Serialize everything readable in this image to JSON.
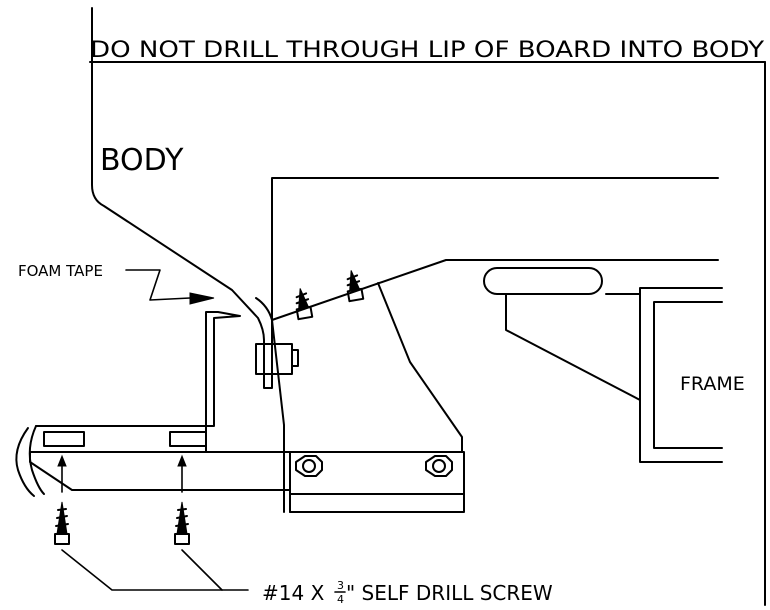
{
  "labels": {
    "warning": "DO NOT DRILL THROUGH LIP OF BOARD INTO BODY",
    "body": "BODY",
    "foam_tape": "FOAM TAPE",
    "frame": "FRAME",
    "screw_prefix": "#14 X ",
    "screw_frac_num": "3",
    "screw_frac_den": "4",
    "screw_suffix": "\" SELF DRILL SCREW"
  }
}
